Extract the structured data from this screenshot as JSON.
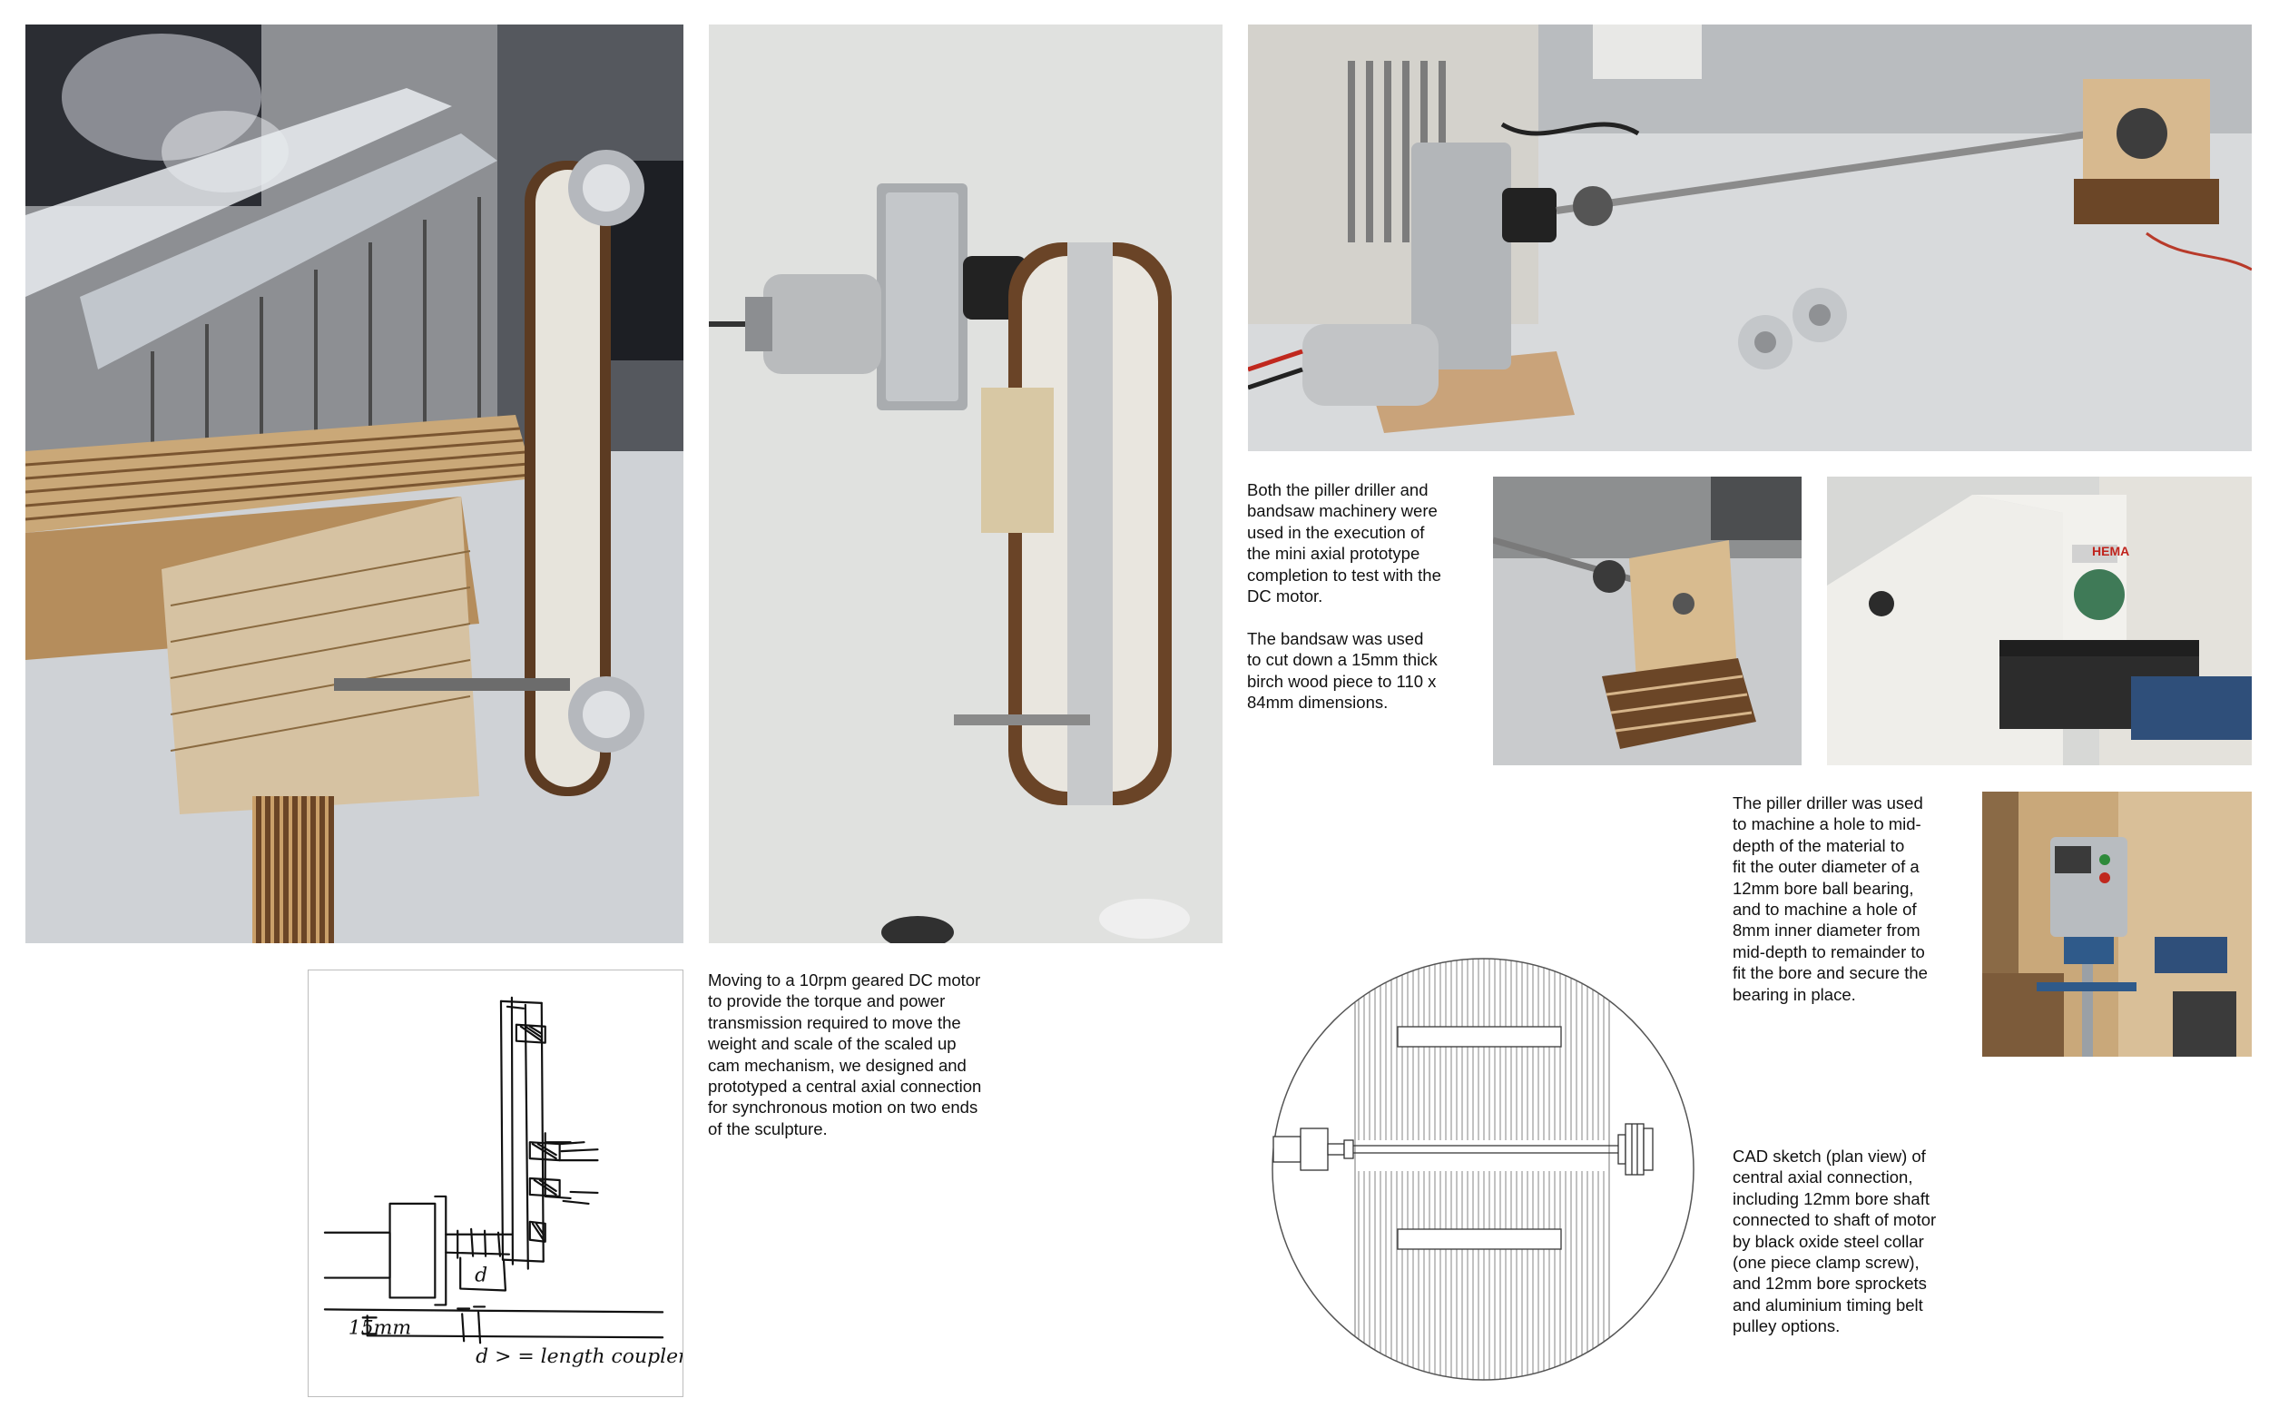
{
  "captions": {
    "machinery": "Both the piller driller and\nbandsaw machinery were\nused in the execution of\nthe mini axial prototype\ncompletion to test with the\nDC motor.\n\nThe bandsaw was used\nto cut down a 15mm thick\nbirch wood piece to 110 x\n84mm dimensions.",
    "motor": "Moving to a 10rpm geared DC motor\nto provide the torque and power\ntransmission required to move the\nweight and scale of the scaled up\ncam mechanism, we designed and\nprototyped a central axial connection\nfor synchronous motion on two ends\nof the sculpture.",
    "driller": "The piller driller was used\nto machine a hole to mid-\ndepth of the material to\nfit the outer diameter of a\n12mm bore ball bearing,\nand to machine a hole of\n8mm inner diameter from\nmid-depth to remainder to\nfit the bore and secure the\nbearing in place.",
    "cad": "CAD sketch (plan view) of\ncentral axial connection,\nincluding 12mm bore shaft\nconnected to shaft of motor\nby black oxide steel collar\n(one piece clamp screw),\nand 12mm bore sprockets\nand aluminium timing belt\npulley options."
  },
  "sketch": {
    "dimension_label": "15mm",
    "length_label": "d > = length coupler",
    "d_label": "d"
  },
  "photos": {
    "bandsaw_brand": "HEMA"
  }
}
